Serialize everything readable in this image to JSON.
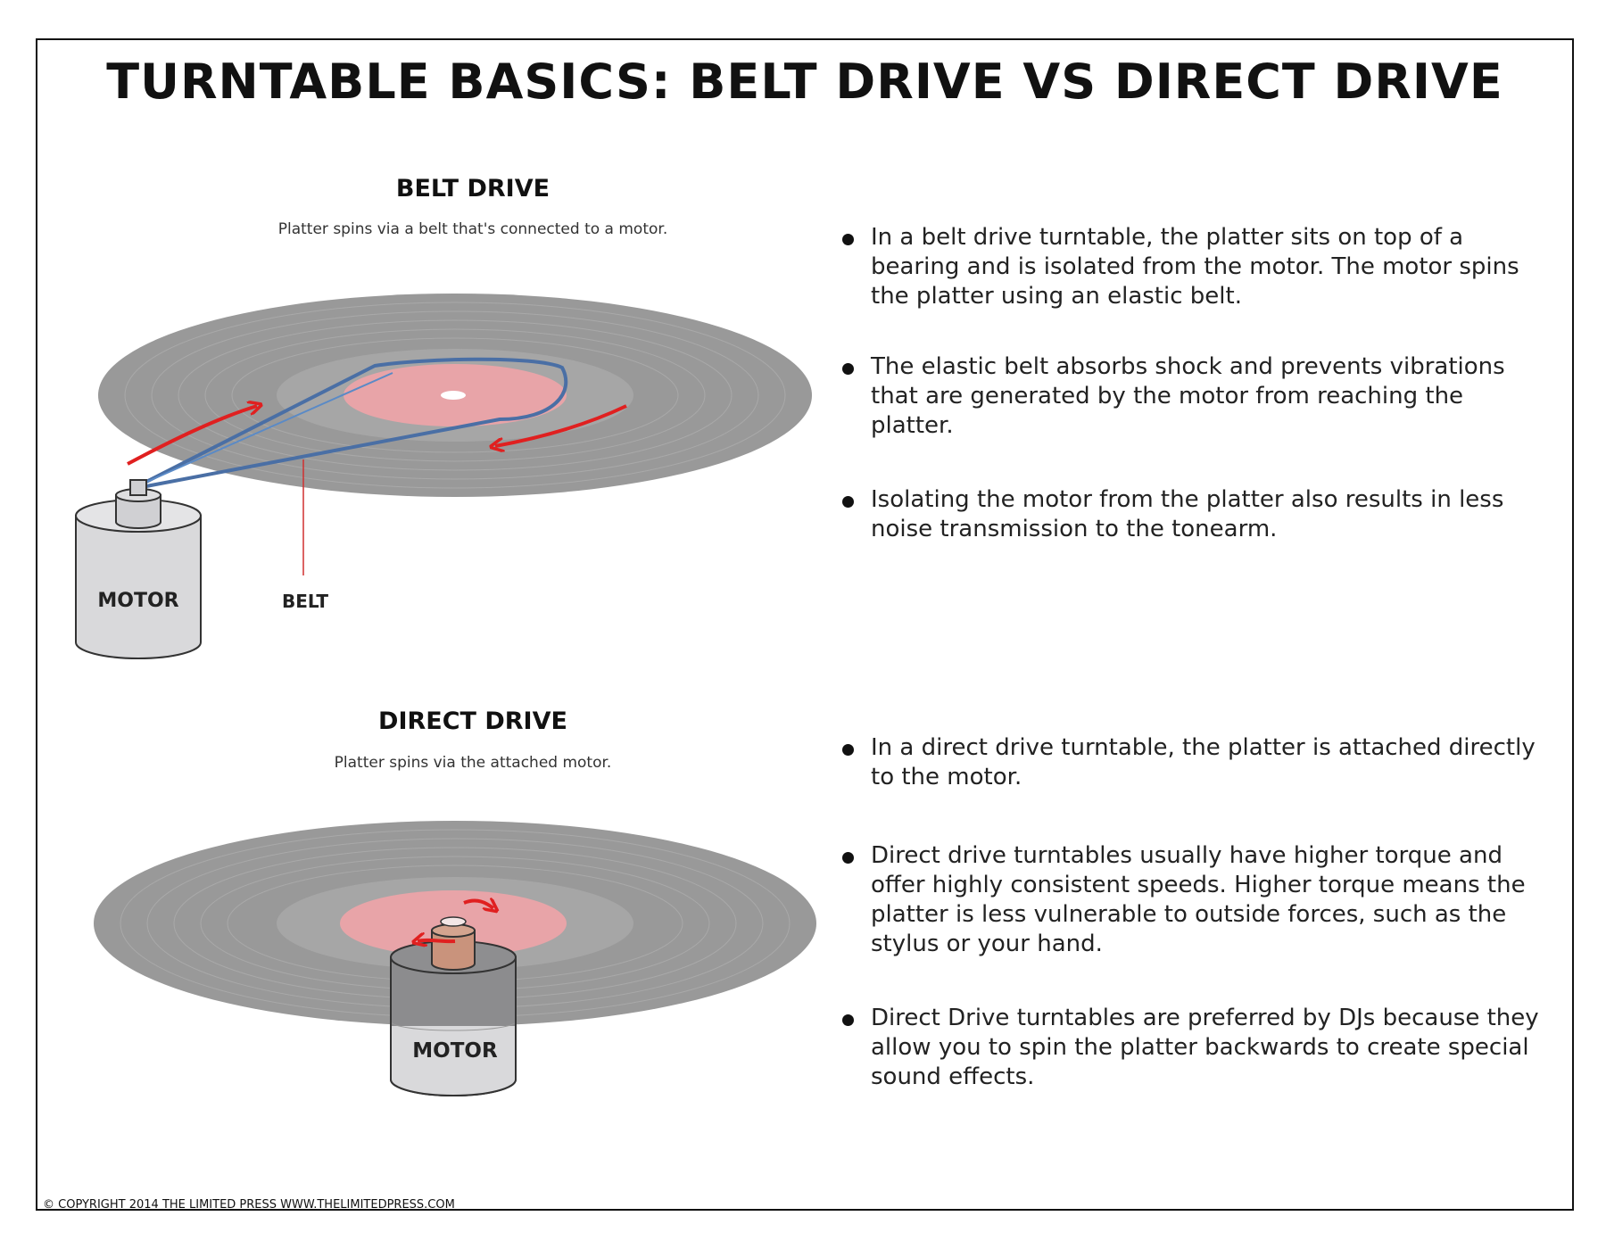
{
  "title": "TURNTABLE BASICS: BELT DRIVE VS DIRECT DRIVE",
  "belt": {
    "heading": "BELT DRIVE",
    "subtitle": "Platter spins via a belt that's connected to a motor.",
    "motor_label": "MOTOR",
    "belt_label": "BELT",
    "bullets": [
      "In a belt drive turntable, the platter sits on top of a bearing and is isolated from the motor. The motor spins the platter using an elastic belt.",
      "The elastic belt absorbs shock and prevents vibrations that are generated by the motor from reaching the platter.",
      "Isolating the motor from the platter also results in less noise transmission to the tonearm."
    ]
  },
  "direct": {
    "heading": "DIRECT DRIVE",
    "subtitle": "Platter spins via the attached motor.",
    "motor_label": "MOTOR",
    "bullets": [
      "In a direct drive turntable, the platter is attached directly to the motor.",
      "Direct drive turntables usually have higher torque and offer highly consistent speeds. Higher torque means the platter is less vulnerable to outside forces, such as the stylus or your hand.",
      "Direct Drive turntables are preferred by DJs because they allow you to spin the platter backwards to create special sound effects."
    ]
  },
  "copyright": "© COPYRIGHT 2014 THE LIMITED PRESS WWW.THELIMITEDPRESS.COM",
  "colors": {
    "record": "#999999",
    "label": "#e8a4a8",
    "belt": "#4a6fa5",
    "arrow": "#e02020",
    "motor_body": "#d9d9db",
    "outline": "#333333"
  }
}
